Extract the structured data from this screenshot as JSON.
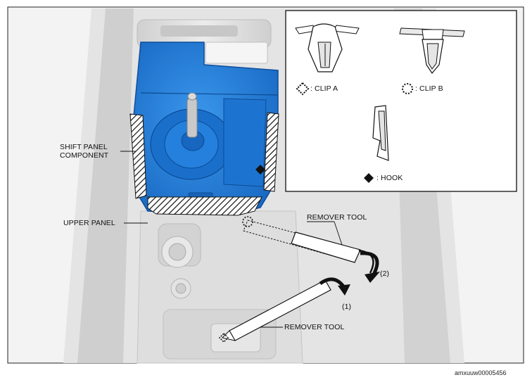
{
  "labels": {
    "shift_panel_line1": "SHIFT PANEL",
    "shift_panel_line2": "COMPONENT",
    "upper_panel": "UPPER PANEL",
    "remover_tool_upper": "REMOVER TOOL",
    "remover_tool_lower": "REMOVER TOOL",
    "step1": "(1)",
    "step2": "(2)"
  },
  "legend": {
    "clip_a": ": CLIP A",
    "clip_b": ": CLIP B",
    "hook": ": HOOK"
  },
  "figure_code": "amxuuw00005456",
  "colors": {
    "panel_blue": "#1f7bd6",
    "panel_blue_dark": "#0d4f9e",
    "console_gray": "#dcdcdc",
    "line": "#111111"
  }
}
